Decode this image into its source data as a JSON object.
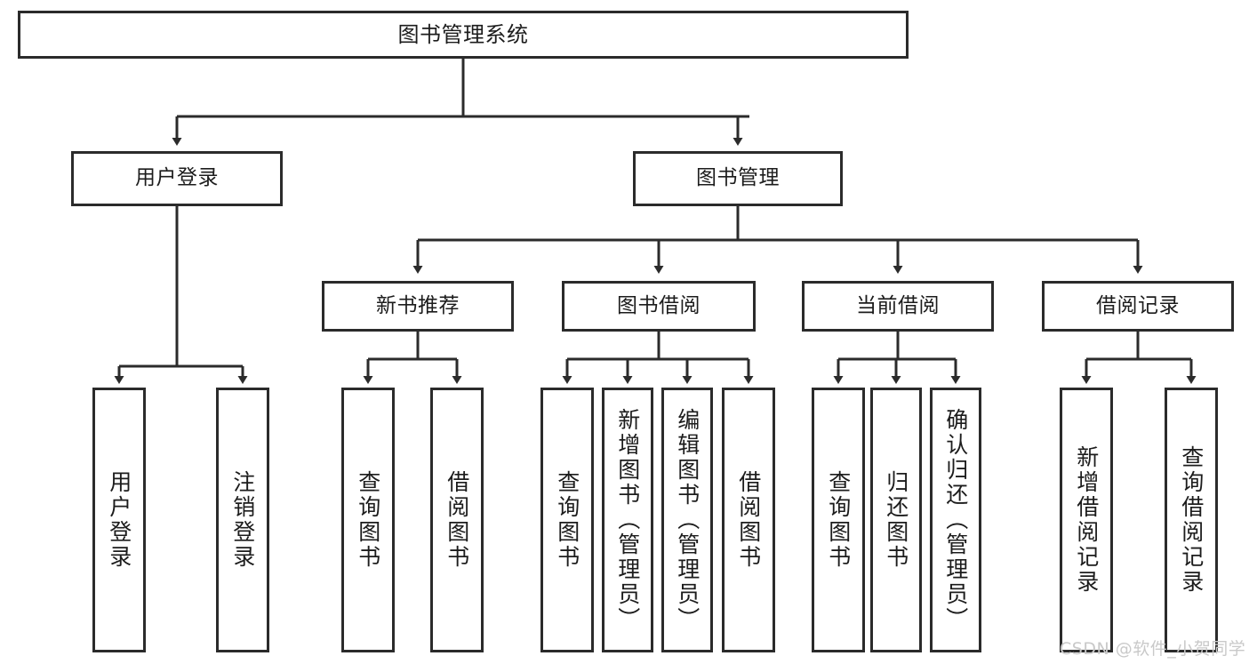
{
  "diagram": {
    "title": "图书管理系统",
    "type": "tree-structure-chart",
    "root": {
      "label": "图书管理系统"
    },
    "level2": [
      {
        "label": "用户登录"
      },
      {
        "label": "图书管理"
      }
    ],
    "level3": [
      {
        "label": "新书推荐"
      },
      {
        "label": "图书借阅"
      },
      {
        "label": "当前借阅"
      },
      {
        "label": "借阅记录"
      }
    ],
    "leaves": {
      "user_login": [
        {
          "label": "用户登录"
        },
        {
          "label": "注销登录"
        }
      ],
      "new_book_recommend": [
        {
          "label": "查询图书"
        },
        {
          "label": "借阅图书"
        }
      ],
      "book_borrow": [
        {
          "label": "查询图书"
        },
        {
          "label": "新增图书（管理员）"
        },
        {
          "label": "编辑图书（管理员）"
        },
        {
          "label": "借阅图书"
        }
      ],
      "current_borrow": [
        {
          "label": "查询图书"
        },
        {
          "label": "归还图书"
        },
        {
          "label": "确认归还（管理员）"
        }
      ],
      "borrow_record": [
        {
          "label": "新增借阅记录"
        },
        {
          "label": "查询借阅记录"
        }
      ]
    }
  },
  "watermark": {
    "text": "CSDN @软件_小贺同学"
  },
  "colors": {
    "border": "#2b2b2b",
    "text": "#1c1c1c",
    "background": "#ffffff",
    "watermark": "#c9c9c9"
  }
}
